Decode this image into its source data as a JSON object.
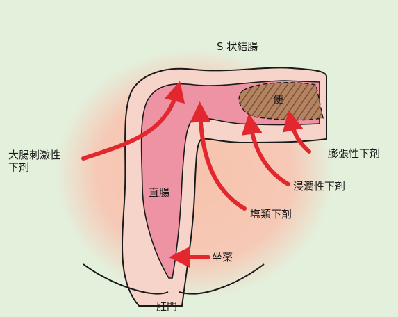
{
  "labels": {
    "s_colon": "S 状結腸",
    "stool": "便",
    "rectum": "直腸",
    "anus": "肛門",
    "stimulant_line1": "大腸刺激性",
    "stimulant_line2": "下剤",
    "bulk": "膨張性下剤",
    "osmotic": "浸潤性下剤",
    "saline": "塩類下剤",
    "suppository": "坐薬"
  },
  "colors": {
    "background": "#e3f0dc",
    "glow": "#f6c9b6",
    "intestine": "#ee93a3",
    "wall": "#f7d4c9",
    "outline": "#1a1a1a",
    "arrow": "#e2282e",
    "stool": "#9b6b47"
  }
}
